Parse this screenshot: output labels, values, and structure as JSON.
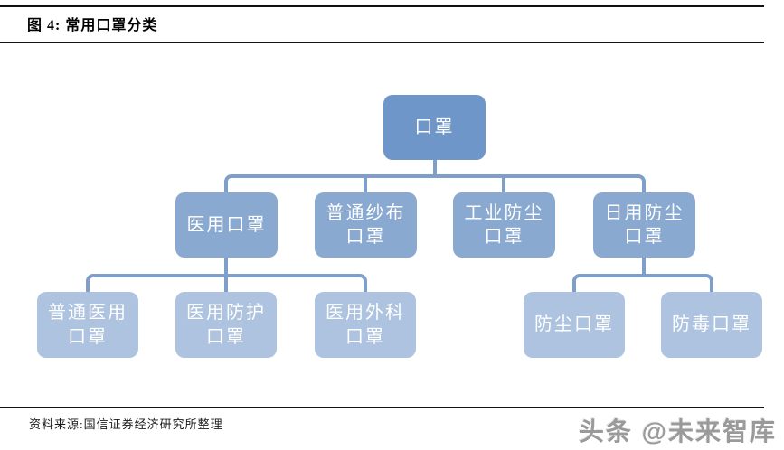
{
  "figure": {
    "title": "图 4:  常用口罩分类",
    "source": "资料来源:国信证券经济研究所整理",
    "watermark": "头条 @未来智库"
  },
  "colors": {
    "root_node": "#6e96c8",
    "level2_node": "#8aa9d1",
    "level3_node": "#aec3df",
    "connector": "#7e9fca",
    "node_text": "#ffffff"
  },
  "tree": {
    "root": {
      "label": "口罩"
    },
    "level2": [
      {
        "label": "医用口罩"
      },
      {
        "label": "普通纱布\n口罩"
      },
      {
        "label": "工业防尘\n口罩"
      },
      {
        "label": "日用防尘\n口罩"
      }
    ],
    "level3_medical": [
      {
        "label": "普通医用\n口罩"
      },
      {
        "label": "医用防护\n口罩"
      },
      {
        "label": "医用外科\n口罩"
      }
    ],
    "level3_daily": [
      {
        "label": "防尘口罩"
      },
      {
        "label": "防毒口罩"
      }
    ]
  }
}
